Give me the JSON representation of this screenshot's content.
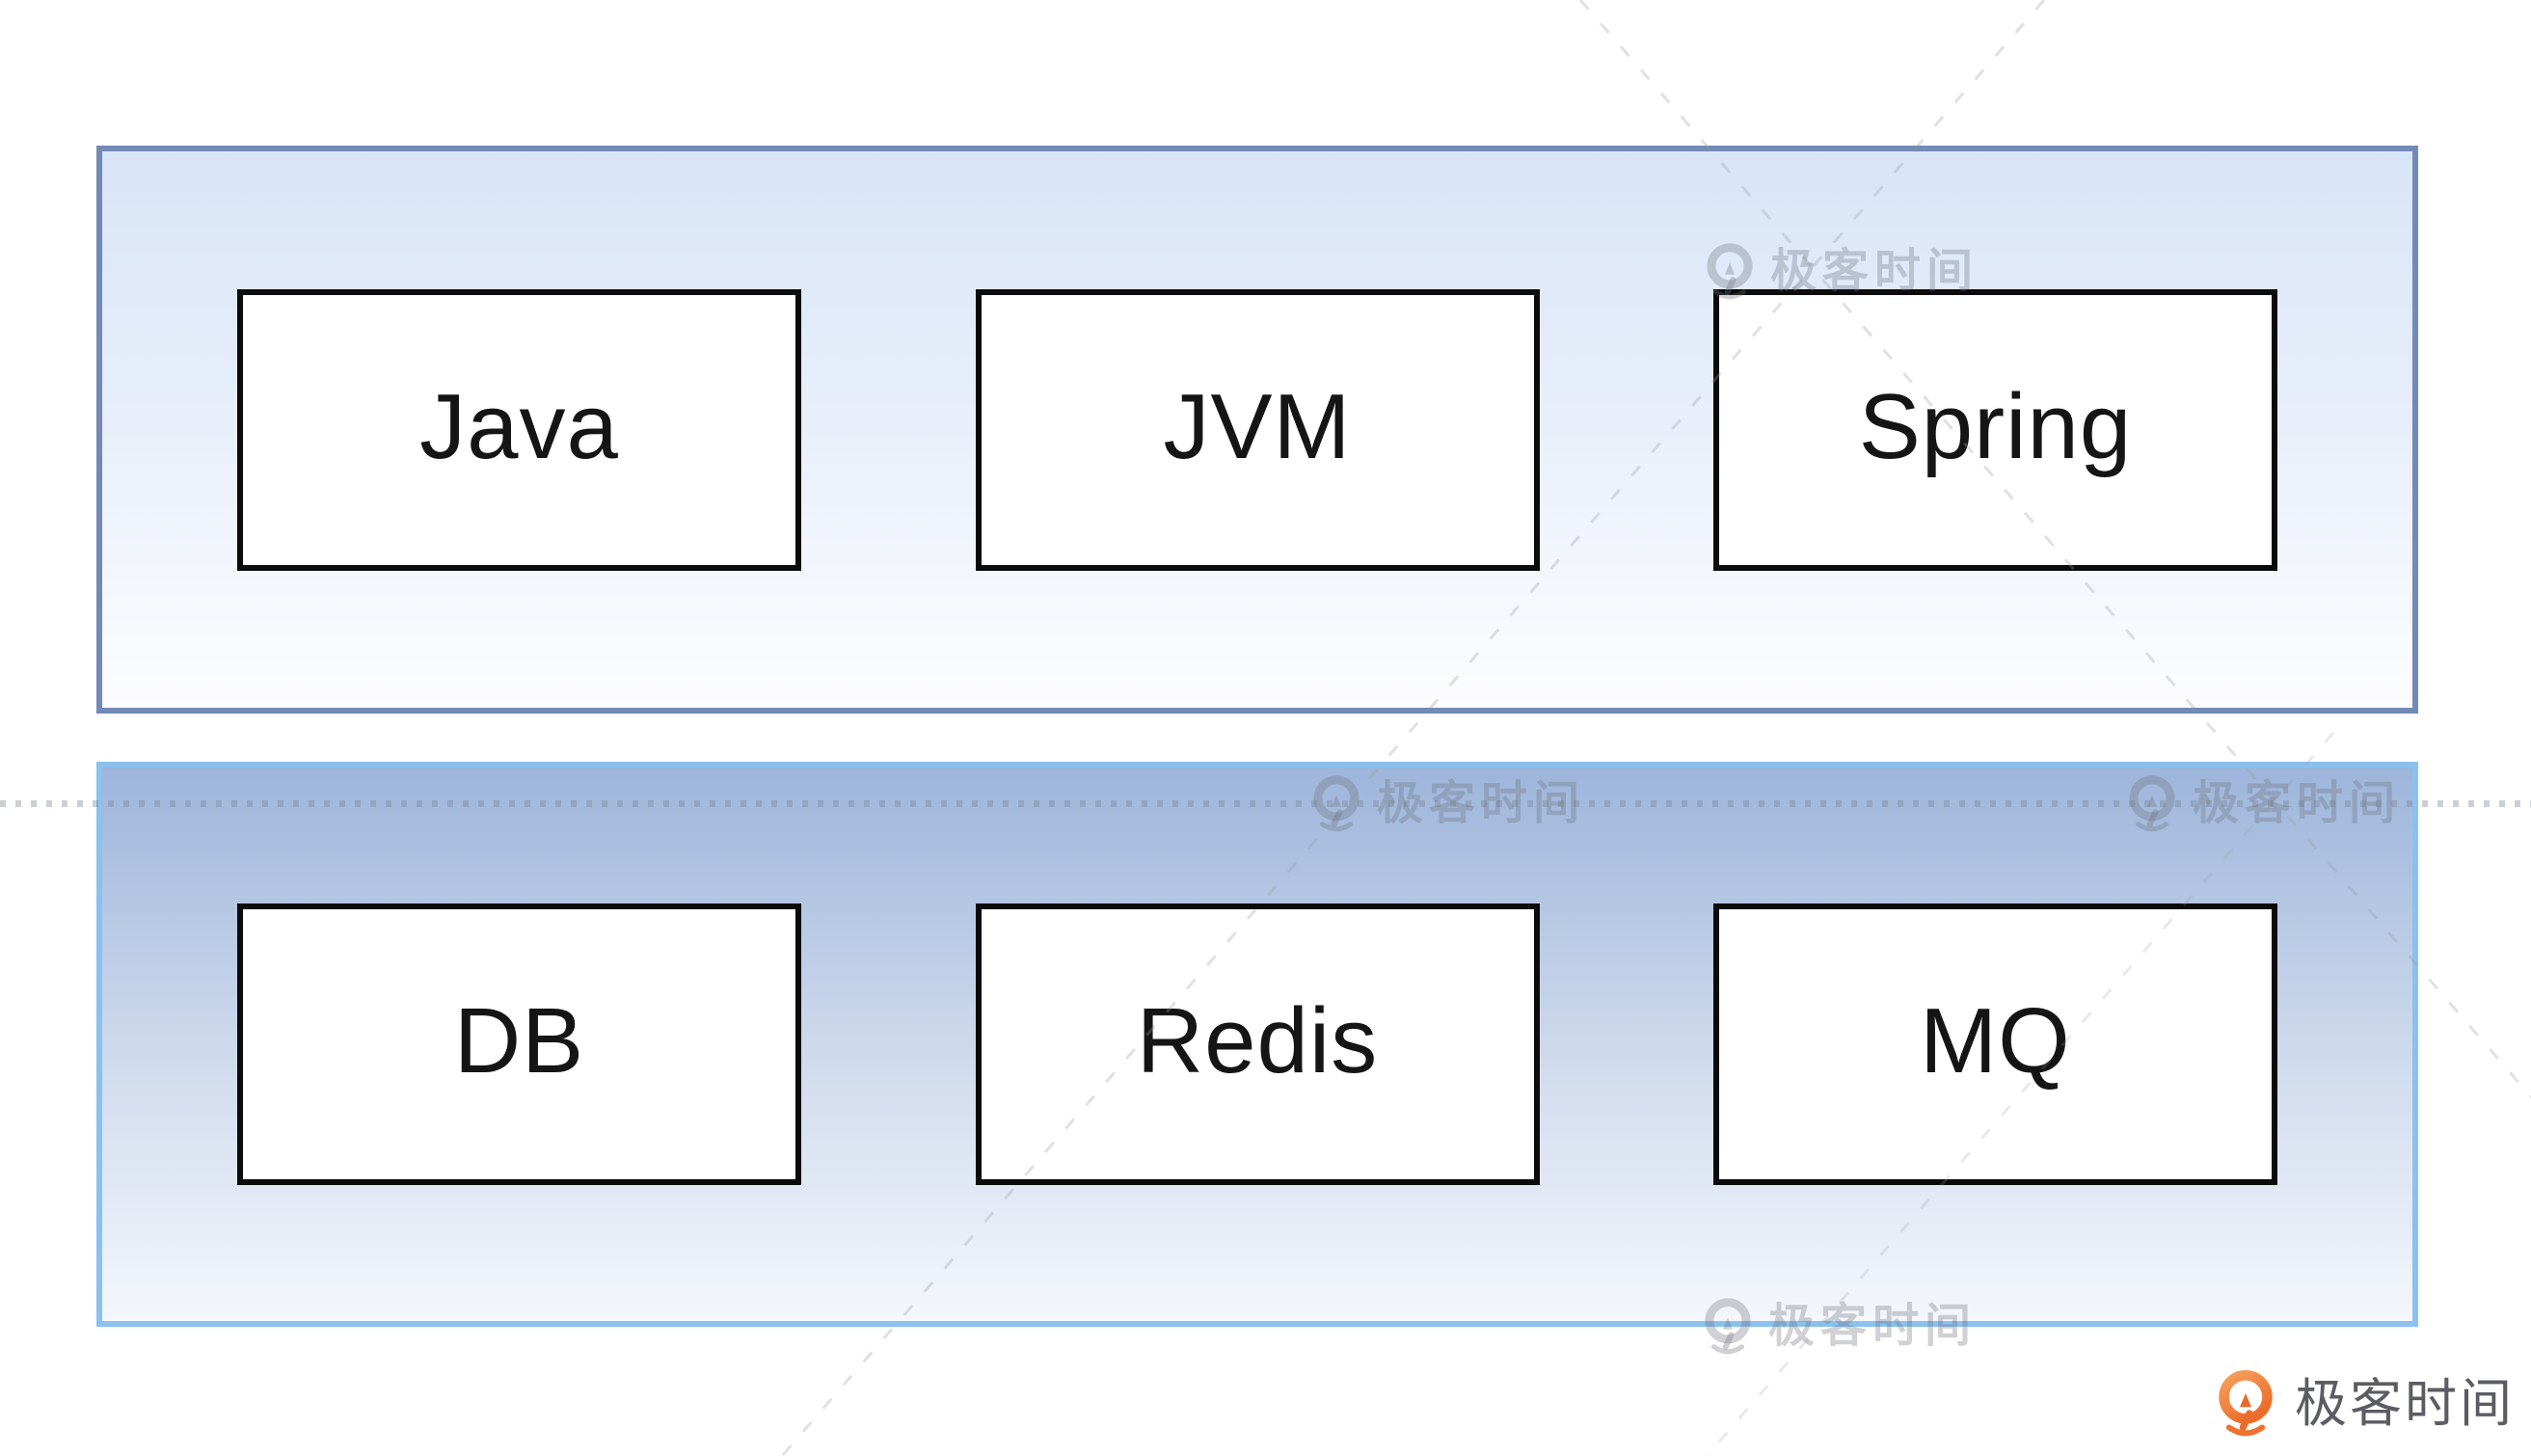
{
  "diagram": {
    "description": "Two stacked layer containers with technology boxes",
    "groups": [
      {
        "name": "application-layer",
        "items": [
          {
            "label": "Java"
          },
          {
            "label": "JVM"
          },
          {
            "label": "Spring"
          }
        ]
      },
      {
        "name": "infrastructure-layer",
        "items": [
          {
            "label": "DB"
          },
          {
            "label": "Redis"
          },
          {
            "label": "MQ"
          }
        ]
      }
    ]
  },
  "watermark": {
    "text": "极客时间"
  },
  "brand": {
    "text": "极客时间"
  },
  "colors": {
    "top_group_border": "#7389b6",
    "top_group_fill_top": "#d8e5f8",
    "bottom_group_border": "#8ac1ef",
    "bottom_group_fill_top": "#9cb5da",
    "node_border": "#0b0b0b",
    "node_fill": "#ffffff",
    "brand_orange": "#ee7331",
    "brand_text_gray": "#5b5d63",
    "watermark_gray": "#8a8d94"
  }
}
